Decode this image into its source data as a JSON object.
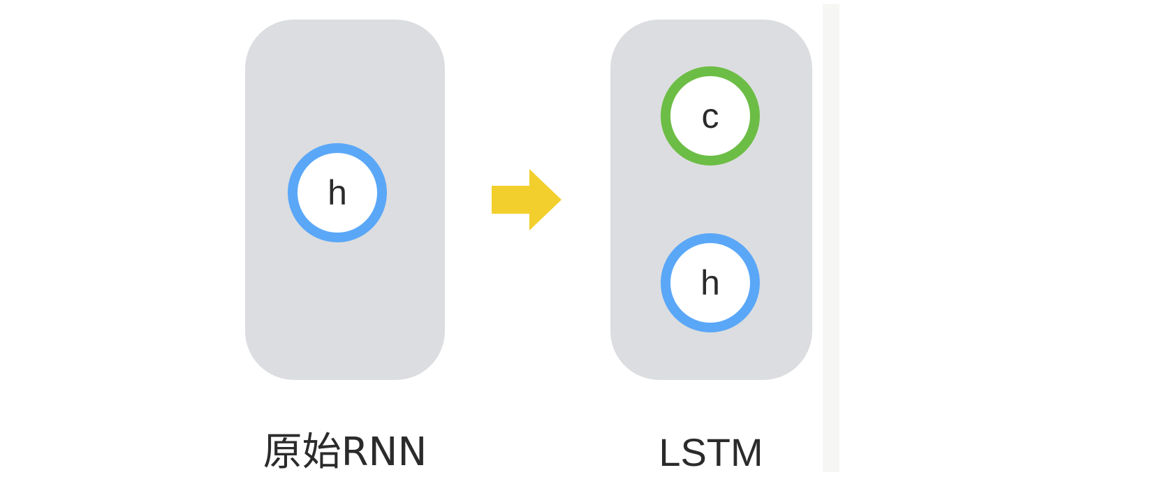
{
  "left_panel": {
    "node_label": "h",
    "caption": "原始RNN"
  },
  "right_panel": {
    "top_node_label": "c",
    "bottom_node_label": "h",
    "caption": "LSTM"
  },
  "colors": {
    "panel_fill": "#dcdde0",
    "hidden_state_ring": "#5aa7f8",
    "cell_state_ring": "#6cbd45",
    "arrow": "#f2cf2c"
  },
  "icons": {
    "transition": "right-arrow-icon"
  }
}
